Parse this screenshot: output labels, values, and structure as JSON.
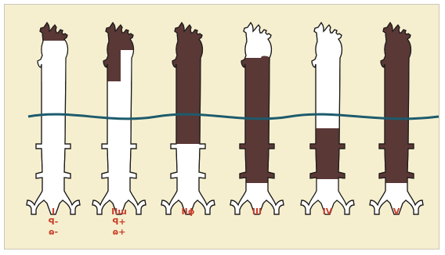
{
  "colors": {
    "background": "#f6efcf",
    "dissected": "#5a3836",
    "normal": "#ffffff",
    "outline": "#1a1a1a",
    "diaphragm": "#1d5b6d",
    "label": "#c8402a"
  },
  "figures": [
    {
      "lines": [
        "I",
        "ꟼ-",
        "ɷ-"
      ]
    },
    {
      "lines": [
        "IIɯ",
        "ꟼ+",
        "ɷ+"
      ]
    },
    {
      "lines": [
        "IIɸ"
      ]
    },
    {
      "lines": [
        "III"
      ]
    },
    {
      "lines": [
        "IV"
      ]
    },
    {
      "lines": [
        "V"
      ]
    }
  ]
}
